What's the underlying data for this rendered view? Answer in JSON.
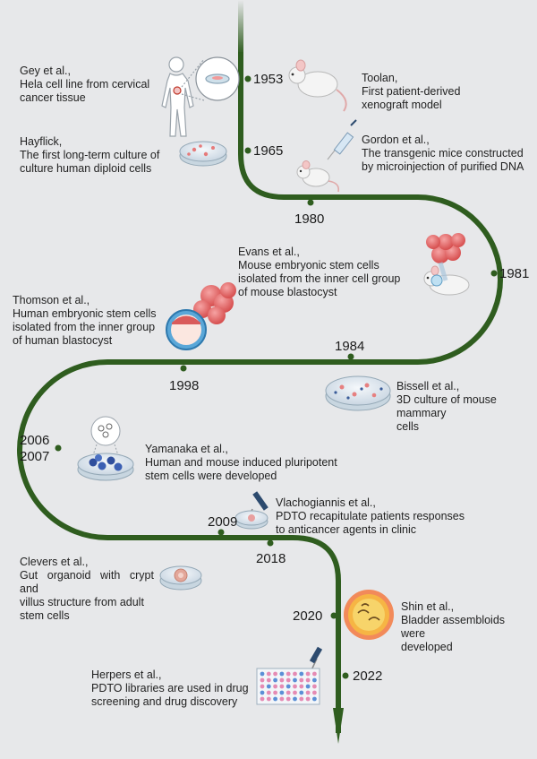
{
  "colors": {
    "path": "#2f5d1f",
    "background": "#e7e8ea",
    "dot": "#2f5d1f"
  },
  "years": {
    "y1953": "1953",
    "y1965": "1965",
    "y1980": "1980",
    "y1981": "1981",
    "y1984": "1984",
    "y1998": "1998",
    "y2006": "2006",
    "y2007": "2007",
    "y2009": "2009",
    "y2018": "2018",
    "y2020": "2020",
    "y2022": "2022"
  },
  "events": {
    "gey": {
      "author": "Gey et al.,",
      "line1": "Hela cell line from cervical",
      "line2": "cancer tissue"
    },
    "toolan": {
      "author": "Toolan,",
      "line1": "First patient-derived",
      "line2": "xenograft model"
    },
    "hayflick": {
      "author": "Hayflick,",
      "line1": "The first long-term culture of",
      "line2": "culture human diploid cells"
    },
    "gordon": {
      "author": "Gordon et al.,",
      "line1": "The transgenic mice constructed",
      "line2": "by microinjection of purified DNA"
    },
    "evans": {
      "author": "Evans et al.,",
      "line1": "Mouse embryonic stem cells",
      "line2": "isolated from the inner cell group",
      "line3": "of mouse blastocyst"
    },
    "thomson": {
      "author": "Thomson et al.,",
      "line1": "Human embryonic stem cells",
      "line2": "isolated from the inner group",
      "line3": "of human blastocyst"
    },
    "bissell": {
      "author": "Bissell et al.,",
      "line1": "3D culture of  mouse mammary",
      "line2": "cells"
    },
    "yamanaka": {
      "author": "Yamanaka et al.,",
      "line1": "Human and mouse induced pluripotent",
      "line2": "stem cells were developed"
    },
    "vlacho": {
      "author": "Vlachogiannis et al.,",
      "line1": "PDTO recapitulate patients responses",
      "line2": "to anticancer agents in clinic"
    },
    "clevers": {
      "author": "Clevers et al.,",
      "line1": "Gut organoid with crypt and",
      "line2": "villus structure from adult",
      "line3": "stem cells"
    },
    "shin": {
      "author": "Shin et al.,",
      "line1": "Bladder assembloids were",
      "line2": "developed"
    },
    "herpers": {
      "author": "Herpers et al.,",
      "line1": "PDTO libraries are used in drug",
      "line2": "screening and drug discovery"
    }
  }
}
